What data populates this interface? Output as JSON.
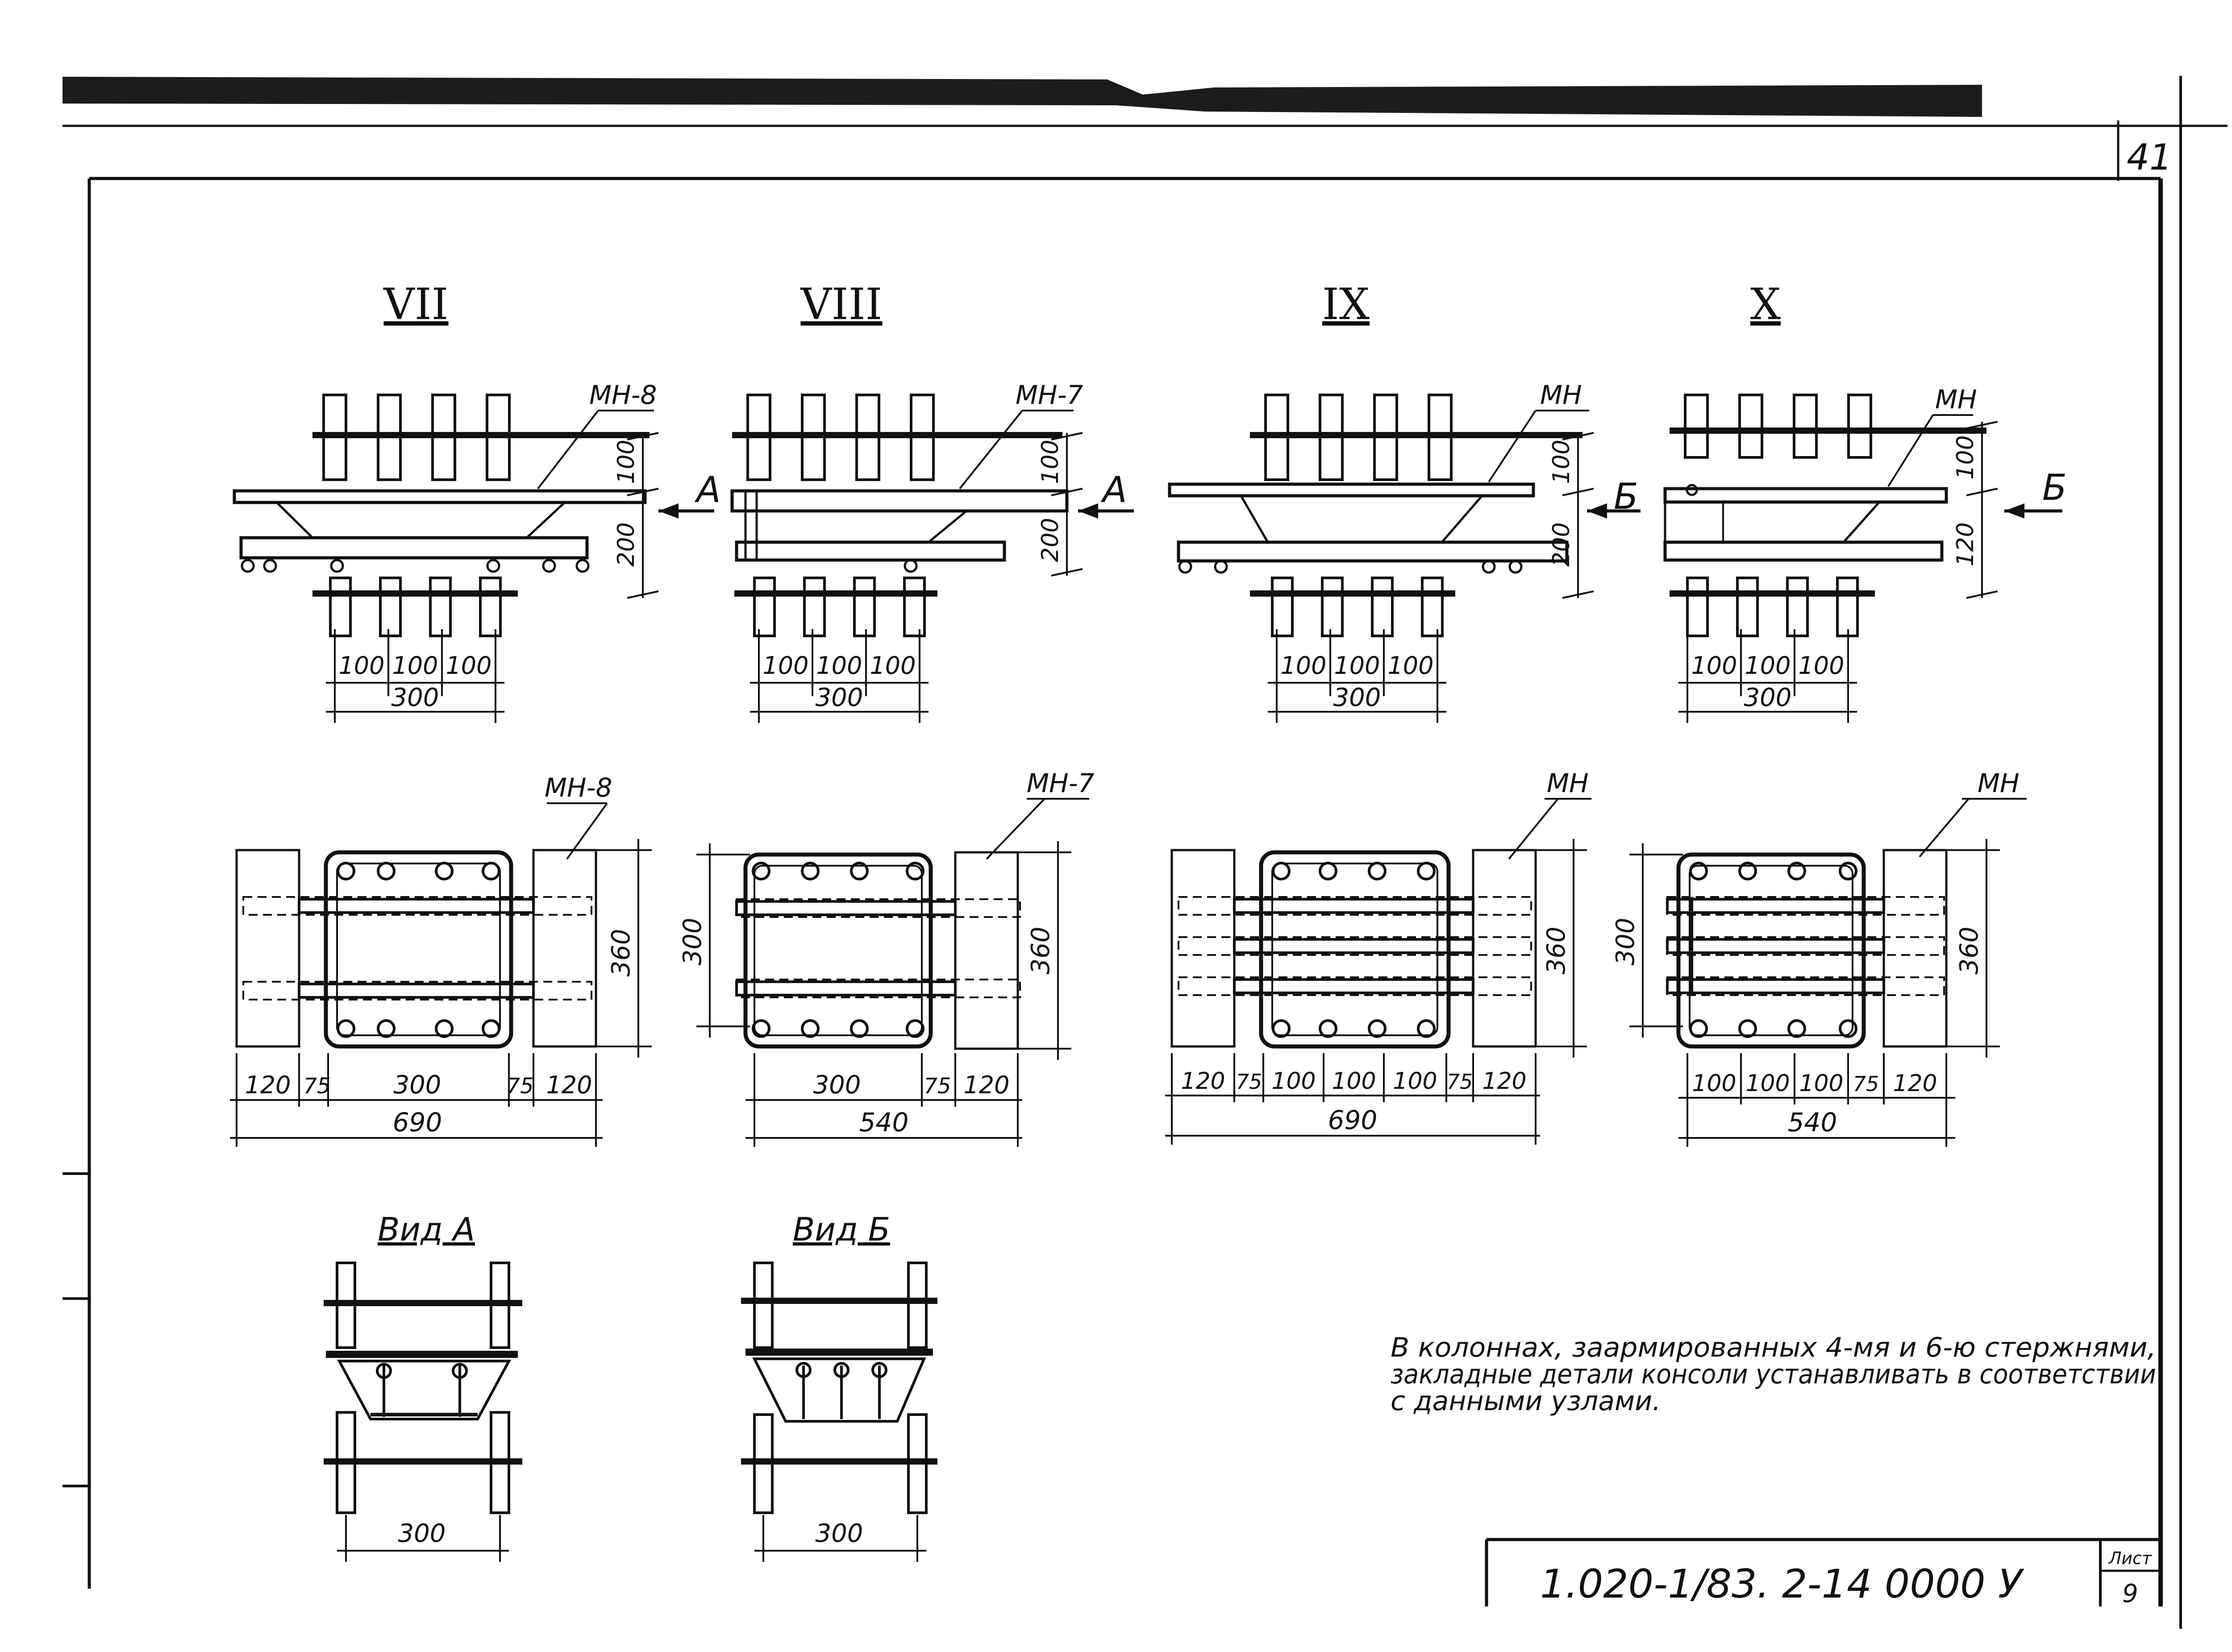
{
  "sheet": {
    "page_number": "41",
    "code": "1.020-1/83. 2-14 0000 У",
    "stamp_label": "Лист",
    "stamp_value": "9"
  },
  "sections": [
    {
      "numeral": "VII",
      "mark": "МН-8",
      "arrow": "А",
      "dim_top": "100",
      "dim_mid": "200",
      "spacing": [
        "100",
        "100",
        "100"
      ],
      "total": "300"
    },
    {
      "numeral": "VIII",
      "mark": "МН-7",
      "arrow": "А",
      "dim_top": "100",
      "dim_mid": "200",
      "spacing": [
        "100",
        "100",
        "100"
      ],
      "total": "300"
    },
    {
      "numeral": "IX",
      "mark": "МН",
      "arrow": "Б",
      "dim_top": "100",
      "dim_mid": "200",
      "spacing": [
        "100",
        "100",
        "100"
      ],
      "total": "300"
    },
    {
      "numeral": "X",
      "mark": "МН",
      "arrow": "Б",
      "dim_top": "100",
      "dim_mid": "120",
      "spacing": [
        "100",
        "100",
        "100"
      ],
      "total": "300"
    }
  ],
  "plans": [
    {
      "mark": "МН-8",
      "side_height": "360",
      "inner_height": "",
      "dims": [
        "120",
        "75",
        "300",
        "75",
        "120"
      ],
      "total": "690"
    },
    {
      "mark": "МН-7",
      "side_height": "360",
      "inner_height": "300",
      "dims": [
        "300",
        "75",
        "120"
      ],
      "total": "540"
    },
    {
      "mark": "МН",
      "side_height": "360",
      "inner_height": "",
      "dims": [
        "120",
        "75",
        "100",
        "100",
        "100",
        "75",
        "120"
      ],
      "total": "690"
    },
    {
      "mark": "МН",
      "side_height": "360",
      "inner_height": "300",
      "dims": [
        "100",
        "100",
        "100",
        "75",
        "120"
      ],
      "total": "540"
    }
  ],
  "views": [
    {
      "title": "Вид А",
      "dim": "300"
    },
    {
      "title": "Вид Б",
      "dim": "300"
    }
  ],
  "note": {
    "lines": [
      "В колоннах, заармированных 4-мя и 6-ю стержнями,",
      "закладные детали консоли устанавливать в соответствии",
      "с данными узлами."
    ]
  }
}
